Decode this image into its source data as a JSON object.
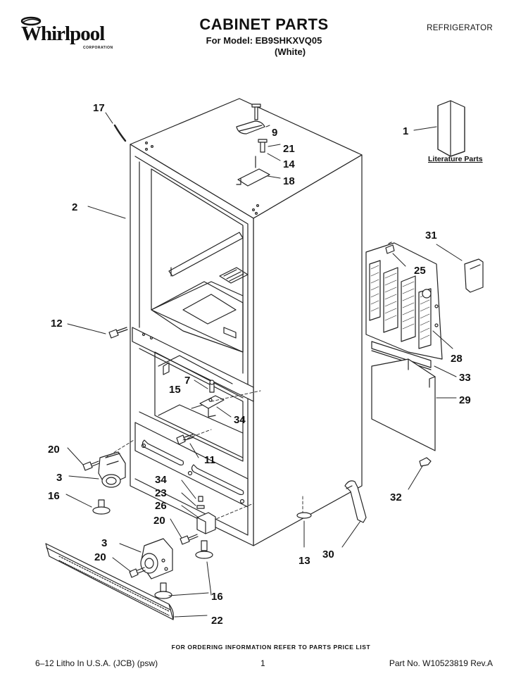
{
  "header": {
    "brand": "Whirlpool",
    "brand_sub": "CORPORATION",
    "title": "CABINET PARTS",
    "model_line": "For Model: EB9SHKXVQ05",
    "color_line": "(White)",
    "product": "REFRIGERATOR"
  },
  "diagram": {
    "literature_label": "Literature Parts",
    "callouts": {
      "c1": "1",
      "c2": "2",
      "c3a": "3",
      "c3b": "3",
      "c7": "7",
      "c9": "9",
      "c11": "11",
      "c12": "12",
      "c13": "13",
      "c14": "14",
      "c15": "15",
      "c16a": "16",
      "c16b": "16",
      "c17": "17",
      "c18": "18",
      "c20a": "20",
      "c20b": "20",
      "c20c": "20",
      "c21": "21",
      "c22": "22",
      "c23": "23",
      "c25": "25",
      "c26": "26",
      "c28": "28",
      "c29": "29",
      "c30": "30",
      "c31": "31",
      "c32": "32",
      "c33": "33",
      "c34a": "34",
      "c34b": "34"
    }
  },
  "footer": {
    "order_note": "FOR ORDERING INFORMATION REFER TO PARTS PRICE LIST",
    "litho": "6–12 Litho In U.S.A. (JCB) (psw)",
    "page": "1",
    "part_no": "Part No. W10523819 Rev.A"
  }
}
